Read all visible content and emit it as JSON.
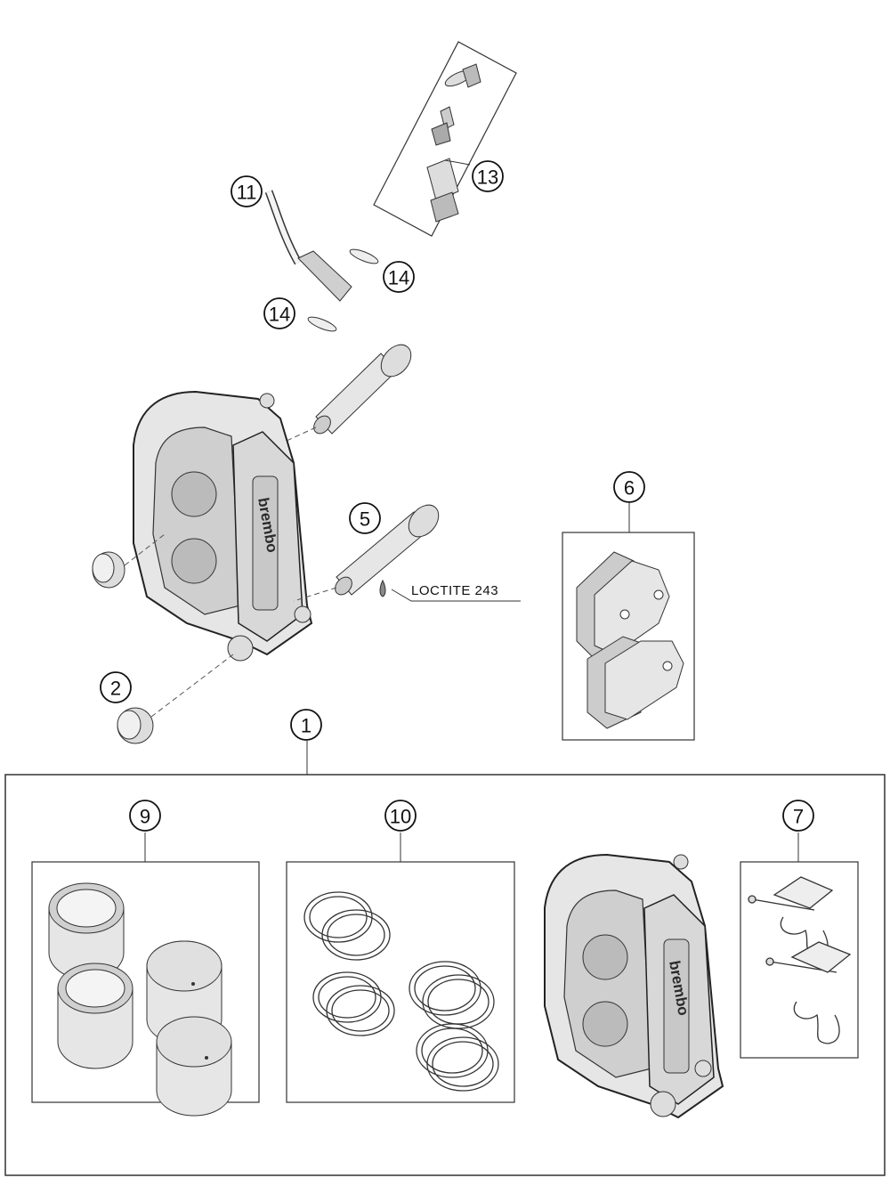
{
  "callouts": {
    "c1": "1",
    "c2": "2",
    "c5": "5",
    "c6": "6",
    "c7": "7",
    "c9": "9",
    "c10": "10",
    "c11": "11",
    "c13": "13",
    "c14a": "14",
    "c14b": "14"
  },
  "note": "LOCTITE 243",
  "brand": "brembo",
  "colors": {
    "line": "#222222",
    "part_fill": "#e8e8e8",
    "part_dark": "#b8b8b8",
    "background": "#ffffff"
  }
}
